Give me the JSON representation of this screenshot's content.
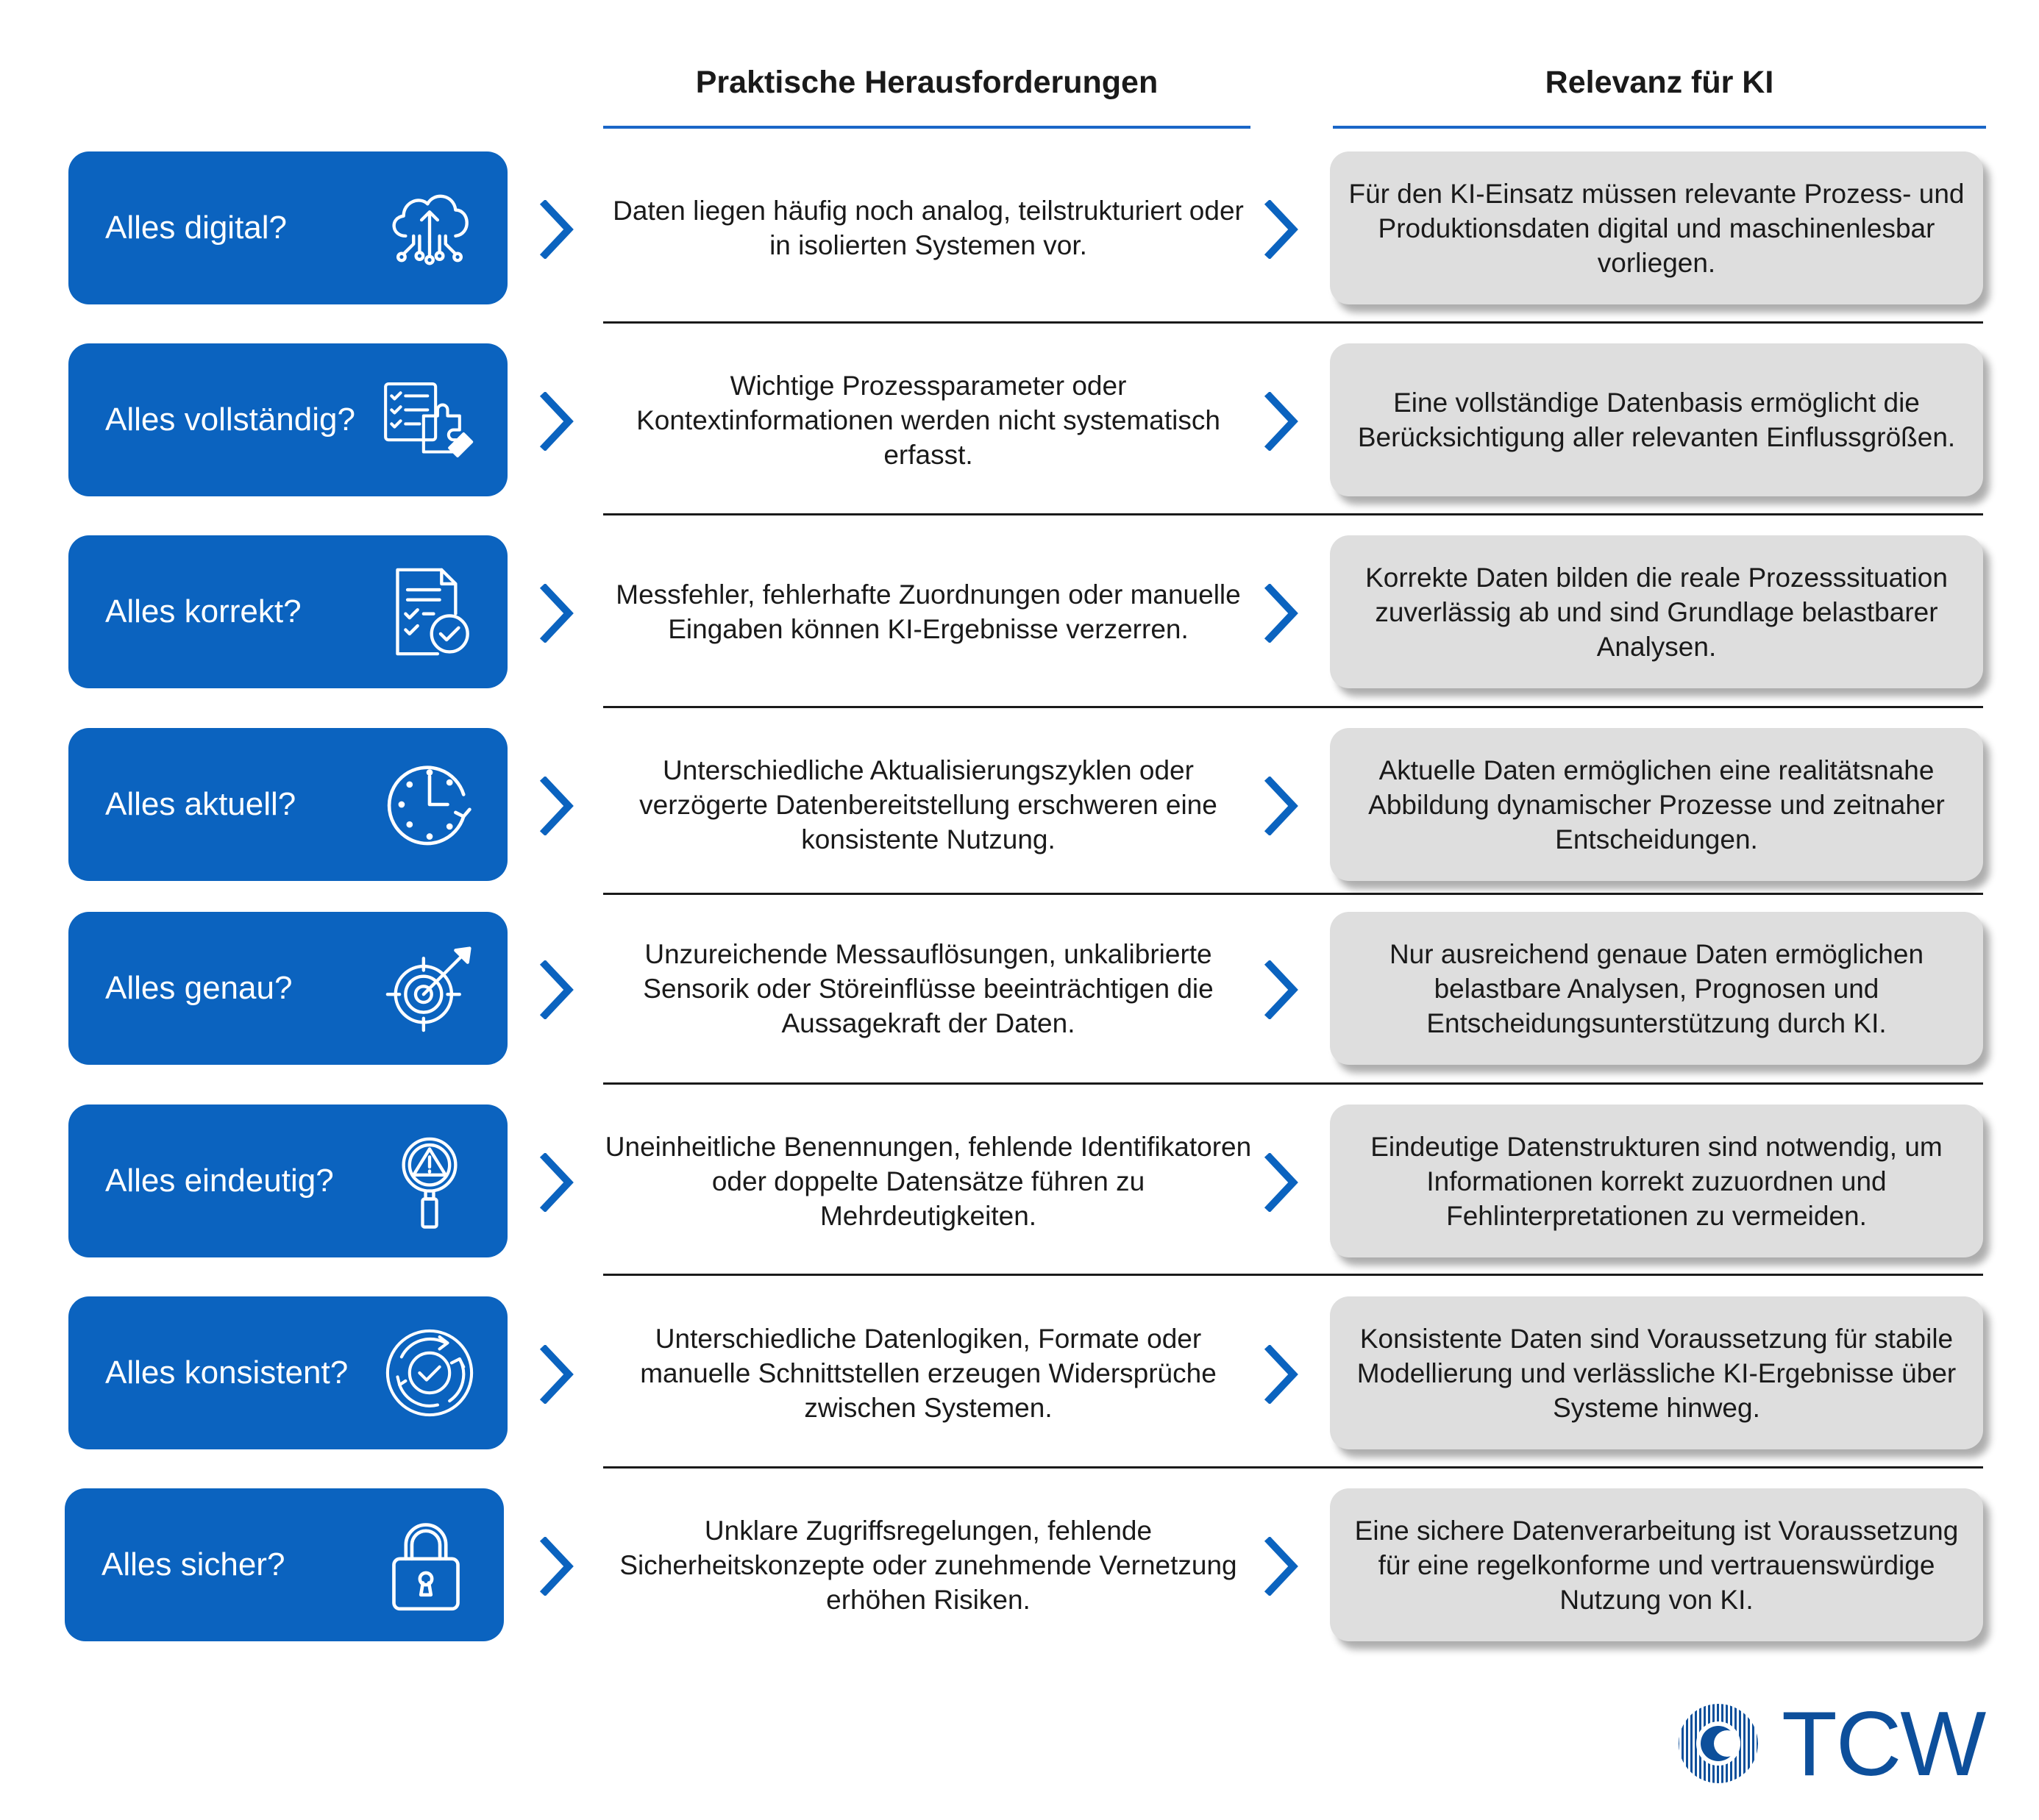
{
  "headers": {
    "challenges": "Praktische Herausforderungen",
    "relevance": "Relevanz für KI"
  },
  "rows": [
    {
      "question": "Alles digital?",
      "icon": "cloud-network-icon",
      "challenge": "Daten liegen häufig noch analog, teilstrukturiert oder in isolierten Systemen vor.",
      "relevance": "Für den KI-Einsatz müssen relevante Prozess- und Produktionsdaten digital und maschinenlesbar vorliegen."
    },
    {
      "question": "Alles vollständig?",
      "icon": "checklist-puzzle-icon",
      "challenge": "Wichtige Prozessparameter oder Kontextinformationen werden nicht systematisch erfasst.",
      "relevance": "Eine vollständige Datenbasis ermöglicht die Berücksichtigung aller relevanten Einflussgrößen."
    },
    {
      "question": "Alles korrekt?",
      "icon": "document-check-icon",
      "challenge": "Messfehler, fehlerhafte Zuordnungen oder manuelle Eingaben können KI-Ergebnisse verzerren.",
      "relevance": "Korrekte Daten bilden die reale Prozesssituation zuverlässig ab und sind Grundlage belastbarer Analysen."
    },
    {
      "question": "Alles aktuell?",
      "icon": "clock-icon",
      "challenge": "Unterschiedliche Aktualisierungszyklen oder verzögerte Datenbereitstellung erschweren eine konsistente Nutzung.",
      "relevance": "Aktuelle Daten ermöglichen eine realitätsnahe Abbildung dynamischer Prozesse und zeitnaher Entscheidungen."
    },
    {
      "question": "Alles genau?",
      "icon": "target-arrow-icon",
      "challenge": "Unzureichende Messauflösungen, unkalibrierte Sensorik oder Störeinflüsse beeinträchtigen die Aussagekraft der Daten.",
      "relevance": "Nur ausreichend genaue Daten ermöglichen belastbare Analysen, Prognosen und Entscheidungsunterstützung durch KI."
    },
    {
      "question": "Alles eindeutig?",
      "icon": "magnifier-warning-icon",
      "challenge": "Uneinheitliche Benennungen, fehlende Identifikatoren oder doppelte Datensätze führen zu Mehrdeutigkeiten.",
      "relevance": "Eindeutige Datenstrukturen sind notwendig, um Informationen korrekt zuzuordnen und Fehlinterpretationen zu vermeiden."
    },
    {
      "question": "Alles konsistent?",
      "icon": "cycle-check-icon",
      "challenge": "Unterschiedliche Datenlogiken, Formate oder manuelle Schnittstellen erzeugen Widersprüche zwischen Systemen.",
      "relevance": "Konsistente Daten sind Voraussetzung für stabile Modellierung und verlässliche KI-Ergebnisse über Systeme hinweg."
    },
    {
      "question": "Alles sicher?",
      "icon": "padlock-icon",
      "challenge": "Unklare Zugriffsregelungen, fehlende Sicherheitskonzepte oder zunehmende Vernetzung erhöhen Risiken.",
      "relevance": "Eine sichere Datenverarbeitung ist Voraussetzung für eine regelkonforme und vertrauenswürdige Nutzung von KI."
    }
  ],
  "logo": {
    "text": "TCW"
  },
  "colors": {
    "accent": "#0b63bf",
    "card": "#dedede",
    "logo": "#0d4f9b",
    "rule": "#1a66c7"
  }
}
